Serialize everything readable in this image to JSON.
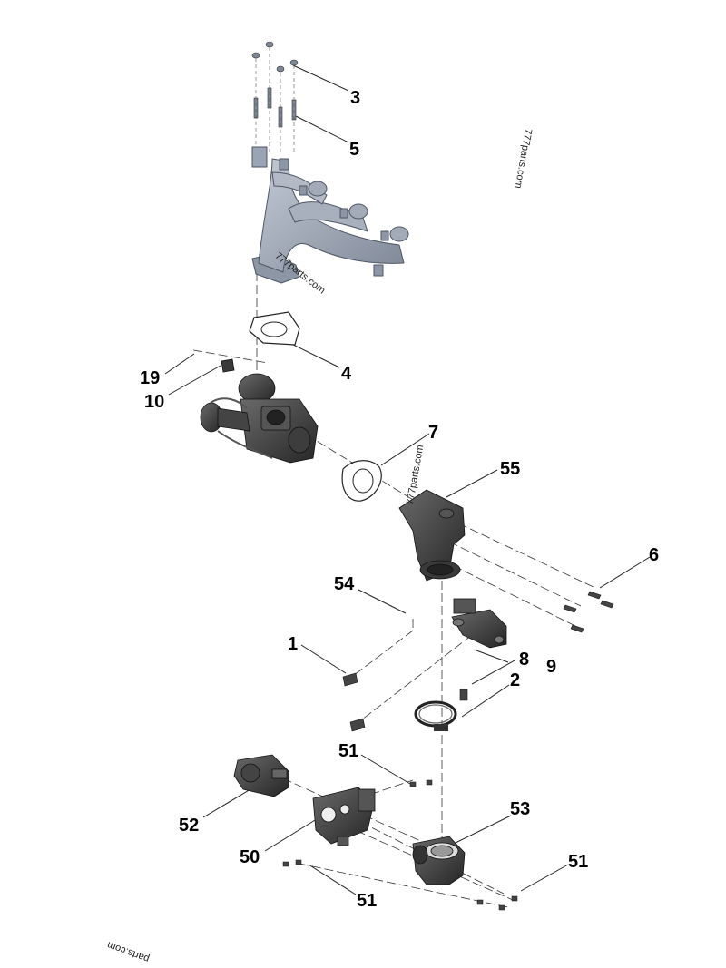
{
  "callouts": [
    {
      "id": "c3",
      "label": "3"
    },
    {
      "id": "c5",
      "label": "5"
    },
    {
      "id": "c4",
      "label": "4"
    },
    {
      "id": "c19",
      "label": "19"
    },
    {
      "id": "c10",
      "label": "10"
    },
    {
      "id": "c7",
      "label": "7"
    },
    {
      "id": "c55",
      "label": "55"
    },
    {
      "id": "c6",
      "label": "6"
    },
    {
      "id": "c54",
      "label": "54"
    },
    {
      "id": "c1",
      "label": "1"
    },
    {
      "id": "c8",
      "label": "8"
    },
    {
      "id": "c9",
      "label": "9"
    },
    {
      "id": "c2",
      "label": "2"
    },
    {
      "id": "c51a",
      "label": "51"
    },
    {
      "id": "c53",
      "label": "53"
    },
    {
      "id": "c52",
      "label": "52"
    },
    {
      "id": "c50",
      "label": "50"
    },
    {
      "id": "c51b",
      "label": "51"
    },
    {
      "id": "c51c",
      "label": "51"
    }
  ],
  "watermarks": {
    "top_right": "777parts.com",
    "manifold": "777parts.com",
    "elbow": "777parts.com",
    "bottom_left": "parts.com"
  },
  "colors": {
    "manifold": "#9aa4b4",
    "manifold_dark": "#6d7686",
    "parts_dark": "#3a3a3a",
    "lines": "#222222"
  }
}
